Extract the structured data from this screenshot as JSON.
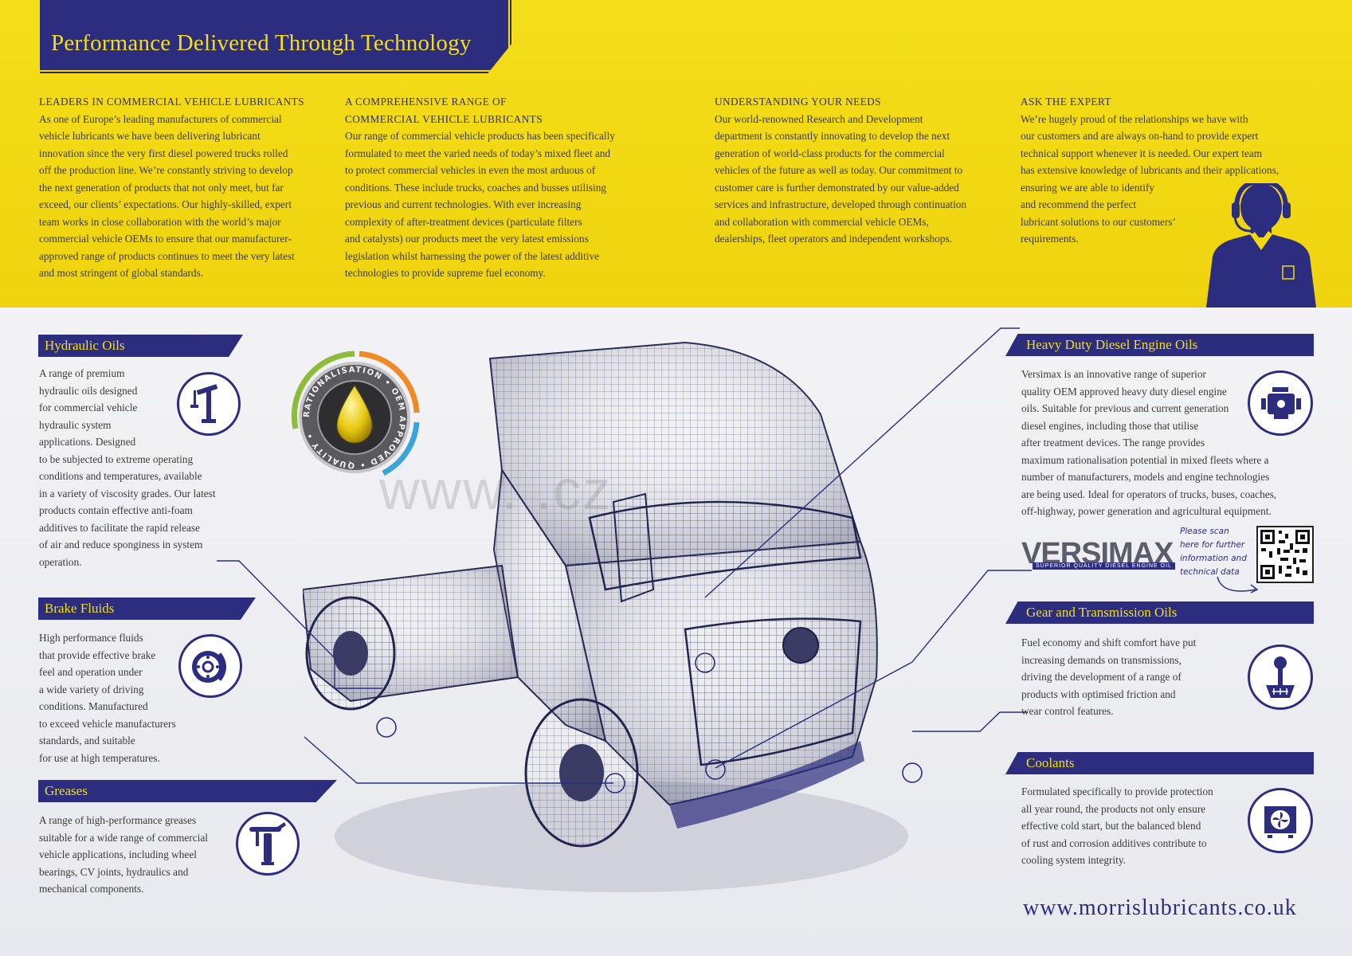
{
  "header": {
    "title": "Performance Delivered Through Technology"
  },
  "intro": [
    {
      "heading": "LEADERS IN COMMERCIAL VEHICLE LUBRICANTS",
      "lines": [
        "As one of Europe’s leading manufacturers of commercial",
        "vehicle lubricants we have been delivering lubricant",
        "innovation since the very first diesel powered trucks rolled",
        "off the production line. We’re constantly striving to develop",
        "the next generation of products that not only meet, but far",
        "exceed, our clients’ expectations. Our highly-skilled, expert",
        "team works in close collaboration with the world’s major",
        "commercial vehicle OEMs to ensure that our manufacturer-",
        "approved range of products continues to meet the very latest",
        "and most stringent of global standards."
      ]
    },
    {
      "heading_line1": "A COMPREHENSIVE RANGE OF",
      "heading_line2": "COMMERCIAL VEHICLE LUBRICANTS",
      "lines": [
        "Our range of commercial vehicle products has been specifically",
        "formulated to meet the varied needs of today’s mixed fleet and",
        "to protect commercial vehicles in even the most arduous of",
        "conditions. These include trucks, coaches and busses utilising",
        "previous and current technologies. With ever increasing",
        "complexity of after-treatment devices (particulate filters",
        "and catalysts) our products meet the very latest emissions",
        "legislation whilst harnessing the power of the latest additive",
        "technologies to provide supreme fuel economy."
      ]
    },
    {
      "heading": "UNDERSTANDING YOUR NEEDS",
      "lines": [
        "Our world-renowned Research and Development",
        "department is constantly innovating to develop the next",
        "generation of world-class products for the commercial",
        "vehicles of the future as well as today. Our commitment to",
        "customer care is further demonstrated by our value-added",
        "services and infrastructure, developed through continuation",
        "and collaboration with commercial vehicle OEMs,",
        "dealerships, fleet operators and independent workshops."
      ]
    },
    {
      "heading": "ASK THE EXPERT",
      "lines": [
        "We’re hugely proud of the relationships we have with",
        "our customers and are always on-hand to provide expert",
        "technical support whenever it is needed. Our expert team",
        "has extensive knowledge of lubricants and their applications,",
        "ensuring we are able to identify",
        "and recommend the perfect",
        "lubricant solutions to our customers’",
        "requirements."
      ]
    }
  ],
  "sections": {
    "hydraulic": {
      "title": "Hydraulic Oils",
      "lines": [
        "A range of premium",
        "hydraulic oils designed",
        "for commercial vehicle",
        "hydraulic system",
        "applications. Designed",
        "to be subjected to extreme operating",
        "conditions and temperatures, available",
        "in a variety of viscosity grades. Our latest",
        "products contain effective anti-foam",
        "additives to facilitate the rapid release",
        "of air and reduce sponginess in system",
        "operation."
      ]
    },
    "brake": {
      "title": "Brake Fluids",
      "lines": [
        "High performance fluids",
        "that provide effective brake",
        "feel and operation under",
        "a wide variety of driving",
        "conditions. Manufactured",
        "to exceed vehicle manufacturers",
        "standards, and suitable",
        "for use at high temperatures."
      ]
    },
    "greases": {
      "title": "Greases",
      "lines": [
        "A range of high-performance greases",
        "suitable for a wide range of commercial",
        "vehicle applications, including wheel",
        "bearings, CV joints, hydraulics and",
        "mechanical components."
      ]
    },
    "diesel": {
      "title": "Heavy Duty Diesel Engine Oils",
      "lines": [
        "Versimax is an innovative range of superior",
        "quality OEM approved heavy duty diesel engine",
        "oils. Suitable for previous and current generation",
        "diesel engines, including those that utilise",
        "after treatment devices. The range provides",
        "maximum rationalisation potential in mixed fleets where a",
        "number of manufacturers, models and engine technologies",
        "are being used. Ideal for operators of trucks, buses, coaches,",
        "off-highway, power generation and agricultural equipment."
      ]
    },
    "gear": {
      "title": "Gear and Transmission Oils",
      "lines": [
        "Fuel economy and shift comfort have put",
        "increasing demands on transmissions,",
        "driving the development of a range of",
        "products with optimised friction and",
        "wear control features."
      ]
    },
    "coolants": {
      "title": "Coolants",
      "lines": [
        "Formulated specifically to provide protection",
        "all year round, the products not only ensure",
        "effective cold start, but the balanced blend",
        "of rust and corrosion additives contribute to",
        "cooling system integrity."
      ]
    }
  },
  "badge": {
    "outer_text": "RATIONALISATION • OEM APPROVED • QUALITY •"
  },
  "versimax": {
    "logo": "VERSIMAX",
    "tagline": "SUPERIOR QUALITY DIESEL ENGINE OIL",
    "scan_lines": [
      "Please scan",
      "here for further",
      "information and",
      "technical data"
    ]
  },
  "watermark": "www.                    .cz",
  "footer": {
    "url": "www.morrislubricants.co.uk"
  },
  "colors": {
    "navy": "#2c2d7e",
    "yellow": "#f4de1a"
  },
  "icons": [
    "crane-icon",
    "brake-disc-icon",
    "grease-gun-icon",
    "engine-icon",
    "gear-stick-icon",
    "radiator-fan-icon",
    "headset-person-icon",
    "oil-drop-badge-icon",
    "truck-wireframe"
  ]
}
